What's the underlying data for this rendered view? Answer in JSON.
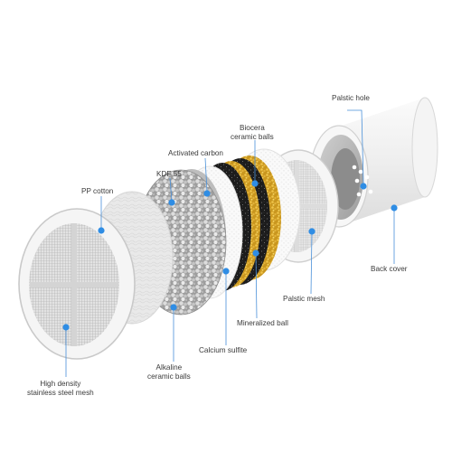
{
  "diagram": {
    "labels": {
      "plastic_hole": "Palstic hole",
      "bioceramic_line1": "Biocera",
      "bioceramic_line2": "ceramic balls",
      "activated_carbon": "Activated carbon",
      "kdf55": "KDF 55",
      "pp_cotton": "PP cotton",
      "back_cover": "Back cover",
      "plastic_mesh": "Palstic mesh",
      "mineralized_ball": "Mineralized ball",
      "calcium_sulfite": "Calcium sulfite",
      "alkaline_line1": "Alkaline",
      "alkaline_line2": "ceramic balls",
      "steel_mesh_line1": "High density",
      "steel_mesh_line2": "stainless steel mesh"
    },
    "colors": {
      "leader": "#4a90d9",
      "marker": "#2f8de4",
      "gold": "#d3a52a",
      "carbon": "#1e1e1e",
      "shell": "#f1f1f1"
    }
  }
}
